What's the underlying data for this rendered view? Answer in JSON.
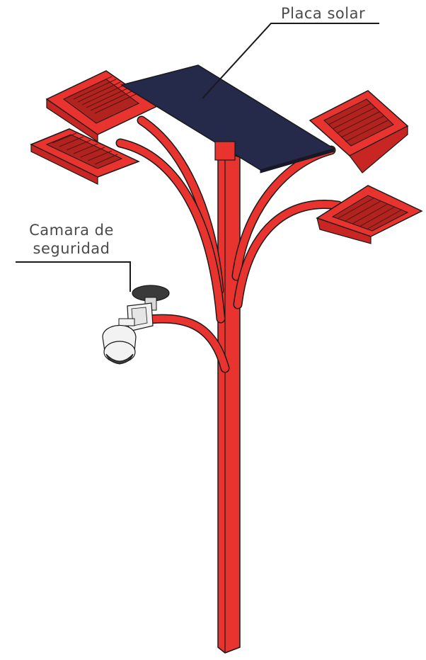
{
  "labels": {
    "solar_panel": "Placa solar",
    "camera_line1": "Camara de",
    "camera_line2": "seguridad"
  },
  "colors": {
    "pole": "#e8332f",
    "outline": "#1a1a1a",
    "panel": "#252a4a",
    "leader": "#1a1a1a",
    "label_text": "#4a4a4a",
    "camera_body": "#f2f2f2",
    "camera_dome": "#3a3a3a"
  }
}
